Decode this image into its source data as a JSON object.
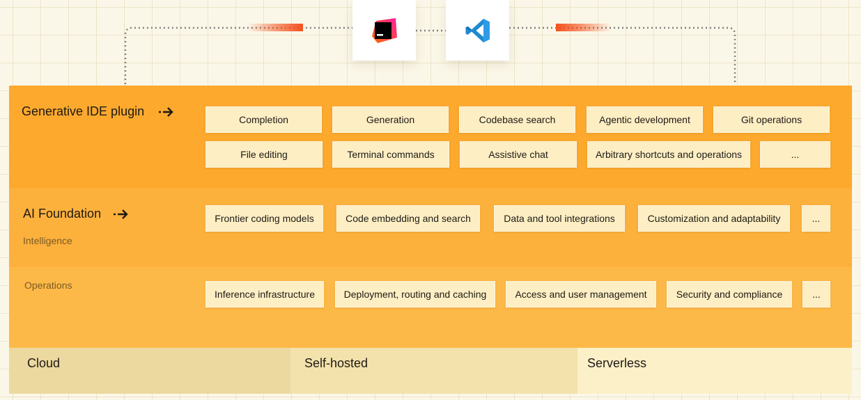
{
  "icons": {
    "jetbrains": "jetbrains-ide-icon",
    "vscode": "vscode-icon",
    "arrow": "dashed-arrow-right-icon"
  },
  "colors": {
    "plugin_layer": "#fca92e",
    "ai_layer": "#fdb13d",
    "ops_layer": "#fdb948",
    "chip": "#fdeec4",
    "accent_red": "#f4511e"
  },
  "plugin": {
    "title": "Generative IDE plugin",
    "chips": [
      "Completion",
      "Generation",
      "Codebase search",
      "Agentic development",
      "Git operations",
      "File editing",
      "Terminal commands",
      "Assistive chat",
      "Arbitrary shortcuts and operations",
      "..."
    ]
  },
  "ai": {
    "title": "AI Foundation",
    "intelligence_label": "Intelligence",
    "chips": [
      "Frontier coding models",
      "Code embedding and search",
      "Data and tool integrations",
      "Customization and adaptability",
      "..."
    ]
  },
  "ops": {
    "label": "Operations",
    "chips": [
      "Inference infrastructure",
      "Deployment, routing and caching",
      "Access and user management",
      "Security and compliance",
      "..."
    ]
  },
  "deployment": {
    "cloud": "Cloud",
    "self_hosted": "Self-hosted",
    "serverless": "Serverless"
  }
}
